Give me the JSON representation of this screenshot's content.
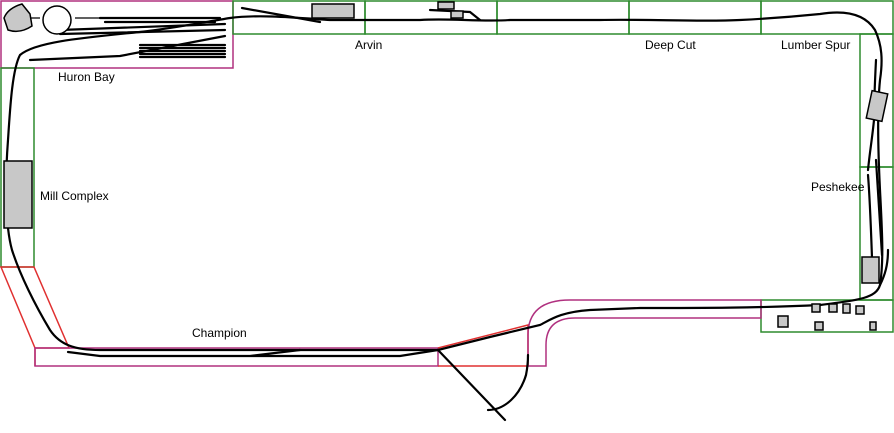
{
  "labels": {
    "huron_bay": "Huron Bay",
    "arvin": "Arvin",
    "deep_cut": "Deep Cut",
    "lumber_spur": "Lumber Spur",
    "mill_complex": "Mill Complex",
    "peshekee": "Peshekee",
    "champion": "Champion"
  },
  "colors": {
    "module_green": "#2e8b2e",
    "module_magenta": "#b0307f",
    "module_red": "#e03030",
    "track": "#000000",
    "structure_fill": "#c8c8c8"
  }
}
